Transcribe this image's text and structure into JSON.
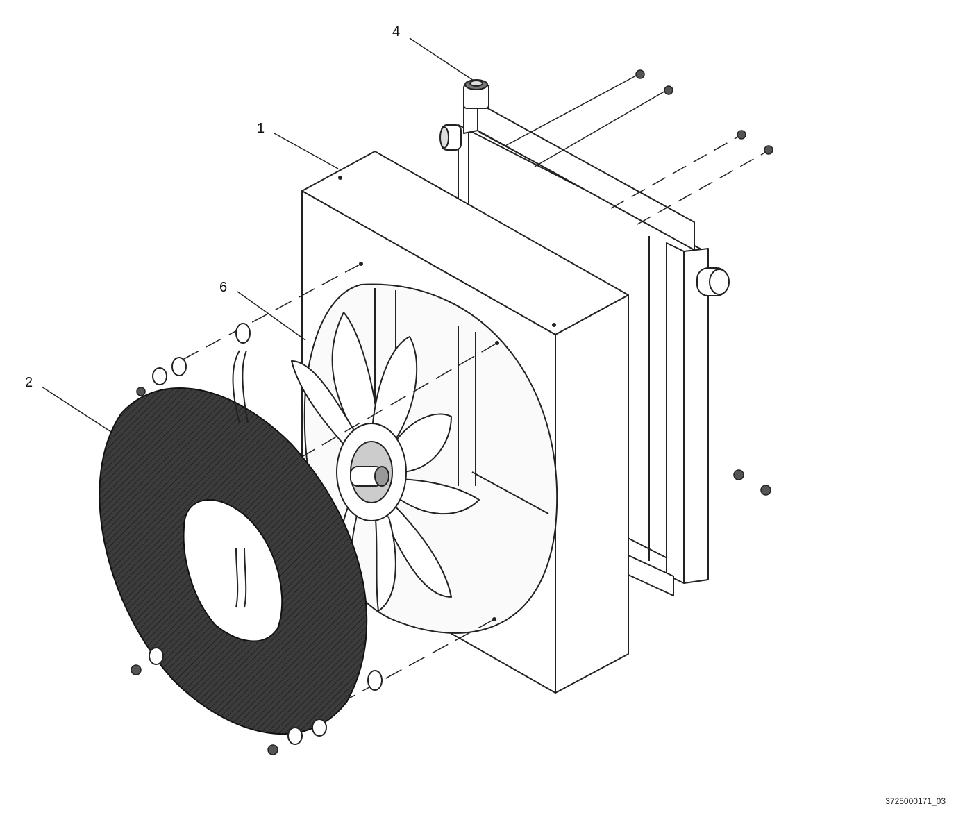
{
  "callouts": {
    "shroud": "1",
    "guard": "2",
    "cap": "4",
    "fan": "6"
  },
  "figure_id": "3725000171_03",
  "colors": {
    "ink": "#222222",
    "guard_fill": "#3c3c3c",
    "background": "#ffffff"
  }
}
